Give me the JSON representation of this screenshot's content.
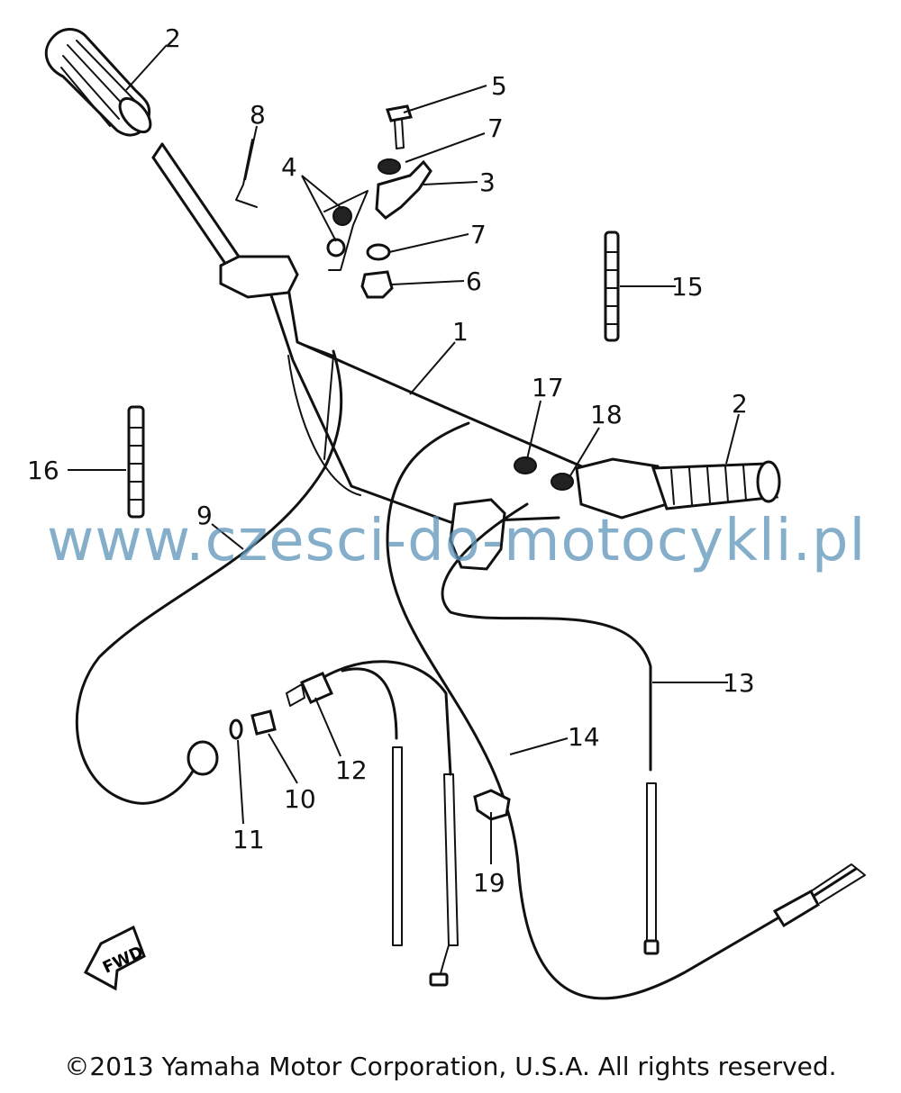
{
  "diagram": {
    "part_labels": [
      "2",
      "5",
      "8",
      "7",
      "4",
      "3",
      "7",
      "6",
      "15",
      "1",
      "17",
      "18",
      "2",
      "16",
      "9",
      "13",
      "14",
      "12",
      "10",
      "11",
      "19"
    ],
    "fwd_badge": "FWD",
    "watermark": "www.czesci-do-motocykli.pl",
    "copyright": "©2013 Yamaha Motor Corporation, U.S.A. All rights reserved."
  }
}
